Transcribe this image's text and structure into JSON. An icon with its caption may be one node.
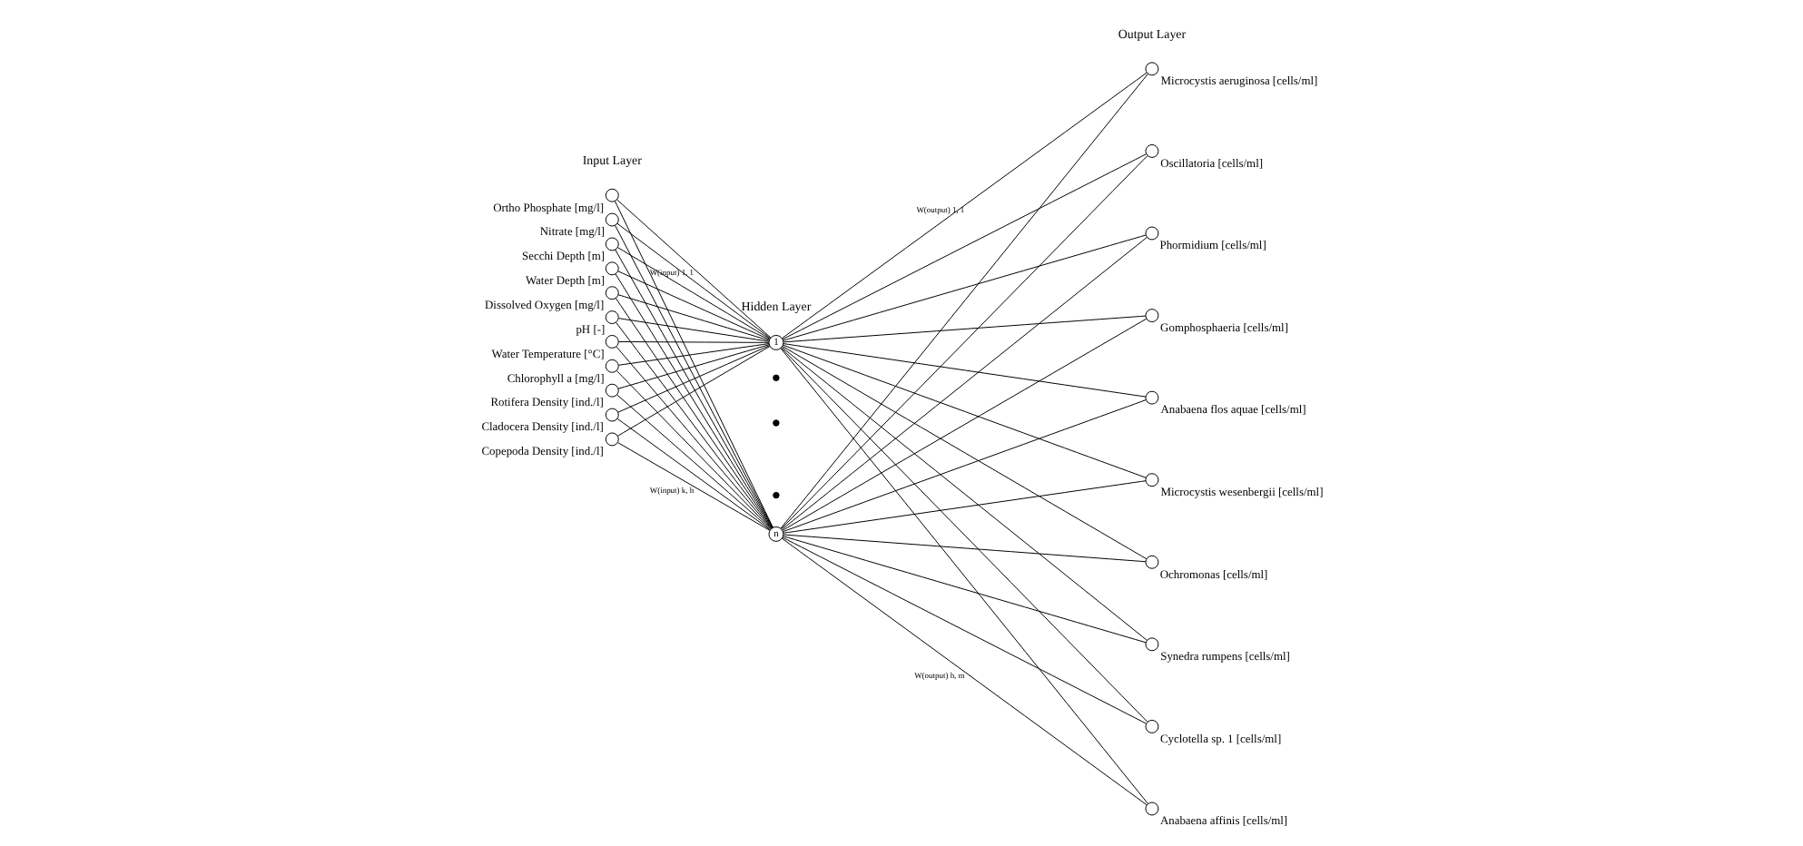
{
  "diagram": {
    "nodes": [
      {
        "text": [],
        "shape": "circle",
        "beside": [
          "Ortho Phosphate [mg/l]"
        ]
      },
      {
        "text": [],
        "shape": "circle",
        "beside": [
          "Nitrate [mg/l]"
        ]
      },
      {
        "text": [],
        "shape": "circle",
        "beside": [
          "Secchi Depth [m]"
        ]
      },
      {
        "text": [],
        "shape": "circle",
        "beside": [
          "Water Depth [m]"
        ]
      },
      {
        "text": [],
        "shape": "circle",
        "beside": [
          "Dissolved Oxygen [mg/l]"
        ]
      },
      {
        "text": [],
        "shape": "circle",
        "beside": [
          "pH [-]"
        ]
      },
      {
        "text": [],
        "shape": "circle",
        "beside": [
          "Water Temperature [°C]"
        ]
      },
      {
        "text": [],
        "shape": "circle",
        "beside": [
          "Chlorophyll a [mg/l]"
        ]
      },
      {
        "text": [],
        "shape": "circle",
        "beside": [
          "Rotifera Density [ind./l]"
        ]
      },
      {
        "text": [],
        "shape": "circle",
        "beside": [
          "Cladocera Density [ind./l]"
        ]
      },
      {
        "text": [],
        "shape": "circle",
        "beside": [
          "Copepoda Density [ind./l]"
        ]
      },
      {
        "text": [
          "1"
        ]
      },
      {
        "text": [],
        "shape": "dot"
      },
      {
        "text": [],
        "shape": "dot"
      },
      {
        "text": [],
        "shape": "dot"
      },
      {
        "text": [
          "n"
        ]
      },
      {
        "text": [],
        "shape": "circle",
        "beside": [
          "Microcystis aeruginosa [cells/ml]"
        ]
      },
      {
        "text": [],
        "shape": "circle",
        "beside": [
          "Oscillatoria [cells/ml]"
        ]
      },
      {
        "text": [],
        "shape": "circle",
        "beside": [
          "Phormidium [cells/ml]"
        ]
      },
      {
        "text": [],
        "shape": "circle",
        "beside": [
          "Gomphosphaeria [cells/ml]"
        ]
      },
      {
        "text": [],
        "shape": "circle",
        "beside": [
          "Anabaena flos aquae [cells/ml]"
        ]
      },
      {
        "text": [],
        "shape": "circle",
        "beside": [
          "Microcystis wesenbergii [cells/ml]"
        ]
      },
      {
        "text": [],
        "shape": "circle",
        "beside": [
          "Ochromonas [cells/ml]"
        ]
      },
      {
        "text": [],
        "shape": "circle",
        "beside": [
          "Synedra rumpens [cells/ml]"
        ]
      },
      {
        "text": [],
        "shape": "circle",
        "beside": [
          "Cyclotella sp. 1 [cells/ml]"
        ]
      },
      {
        "text": [],
        "shape": "circle",
        "beside": [
          "Anabaena affinis [cells/ml]"
        ]
      }
    ],
    "edges": [
      {
        "from": 0,
        "to": 11,
        "arrow": "none",
        "label": "W(input) 1, 1"
      },
      {
        "from": 0,
        "to": 15,
        "arrow": "none"
      },
      {
        "from": 1,
        "to": 11,
        "arrow": "none"
      },
      {
        "from": 1,
        "to": 15,
        "arrow": "none"
      },
      {
        "from": 2,
        "to": 11,
        "arrow": "none"
      },
      {
        "from": 2,
        "to": 15,
        "arrow": "none"
      },
      {
        "from": 3,
        "to": 11,
        "arrow": "none"
      },
      {
        "from": 3,
        "to": 15,
        "arrow": "none"
      },
      {
        "from": 4,
        "to": 11,
        "arrow": "none"
      },
      {
        "from": 4,
        "to": 15,
        "arrow": "none"
      },
      {
        "from": 5,
        "to": 11,
        "arrow": "none"
      },
      {
        "from": 5,
        "to": 15,
        "arrow": "none"
      },
      {
        "from": 6,
        "to": 11,
        "arrow": "none"
      },
      {
        "from": 6,
        "to": 15,
        "arrow": "none"
      },
      {
        "from": 7,
        "to": 11,
        "arrow": "none"
      },
      {
        "from": 7,
        "to": 15,
        "arrow": "none"
      },
      {
        "from": 8,
        "to": 11,
        "arrow": "none"
      },
      {
        "from": 8,
        "to": 15,
        "arrow": "none"
      },
      {
        "from": 9,
        "to": 11,
        "arrow": "none"
      },
      {
        "from": 9,
        "to": 15,
        "arrow": "none"
      },
      {
        "from": 10,
        "to": 11,
        "arrow": "none"
      },
      {
        "from": 10,
        "to": 15,
        "arrow": "none",
        "label": "W(input) k, h"
      },
      {
        "from": 11,
        "to": 16,
        "arrow": "none",
        "label": "W(output) 1, 1"
      },
      {
        "from": 15,
        "to": 16,
        "arrow": "none"
      },
      {
        "from": 11,
        "to": 17,
        "arrow": "none"
      },
      {
        "from": 15,
        "to": 17,
        "arrow": "none"
      },
      {
        "from": 11,
        "to": 18,
        "arrow": "none"
      },
      {
        "from": 15,
        "to": 18,
        "arrow": "none"
      },
      {
        "from": 11,
        "to": 19,
        "arrow": "none"
      },
      {
        "from": 15,
        "to": 19,
        "arrow": "none"
      },
      {
        "from": 11,
        "to": 20,
        "arrow": "none"
      },
      {
        "from": 15,
        "to": 20,
        "arrow": "none"
      },
      {
        "from": 11,
        "to": 21,
        "arrow": "none"
      },
      {
        "from": 15,
        "to": 21,
        "arrow": "none"
      },
      {
        "from": 11,
        "to": 22,
        "arrow": "none"
      },
      {
        "from": 15,
        "to": 22,
        "arrow": "none"
      },
      {
        "from": 11,
        "to": 23,
        "arrow": "none"
      },
      {
        "from": 15,
        "to": 23,
        "arrow": "none"
      },
      {
        "from": 11,
        "to": 24,
        "arrow": "none"
      },
      {
        "from": 15,
        "to": 24,
        "arrow": "none"
      },
      {
        "from": 11,
        "to": 25,
        "arrow": "none"
      },
      {
        "from": 15,
        "to": 25,
        "arrow": "none",
        "label": "W(output) h, m"
      }
    ],
    "labels": [
      "Input Layer",
      "Hidden Layer",
      "Output Layer"
    ]
  }
}
